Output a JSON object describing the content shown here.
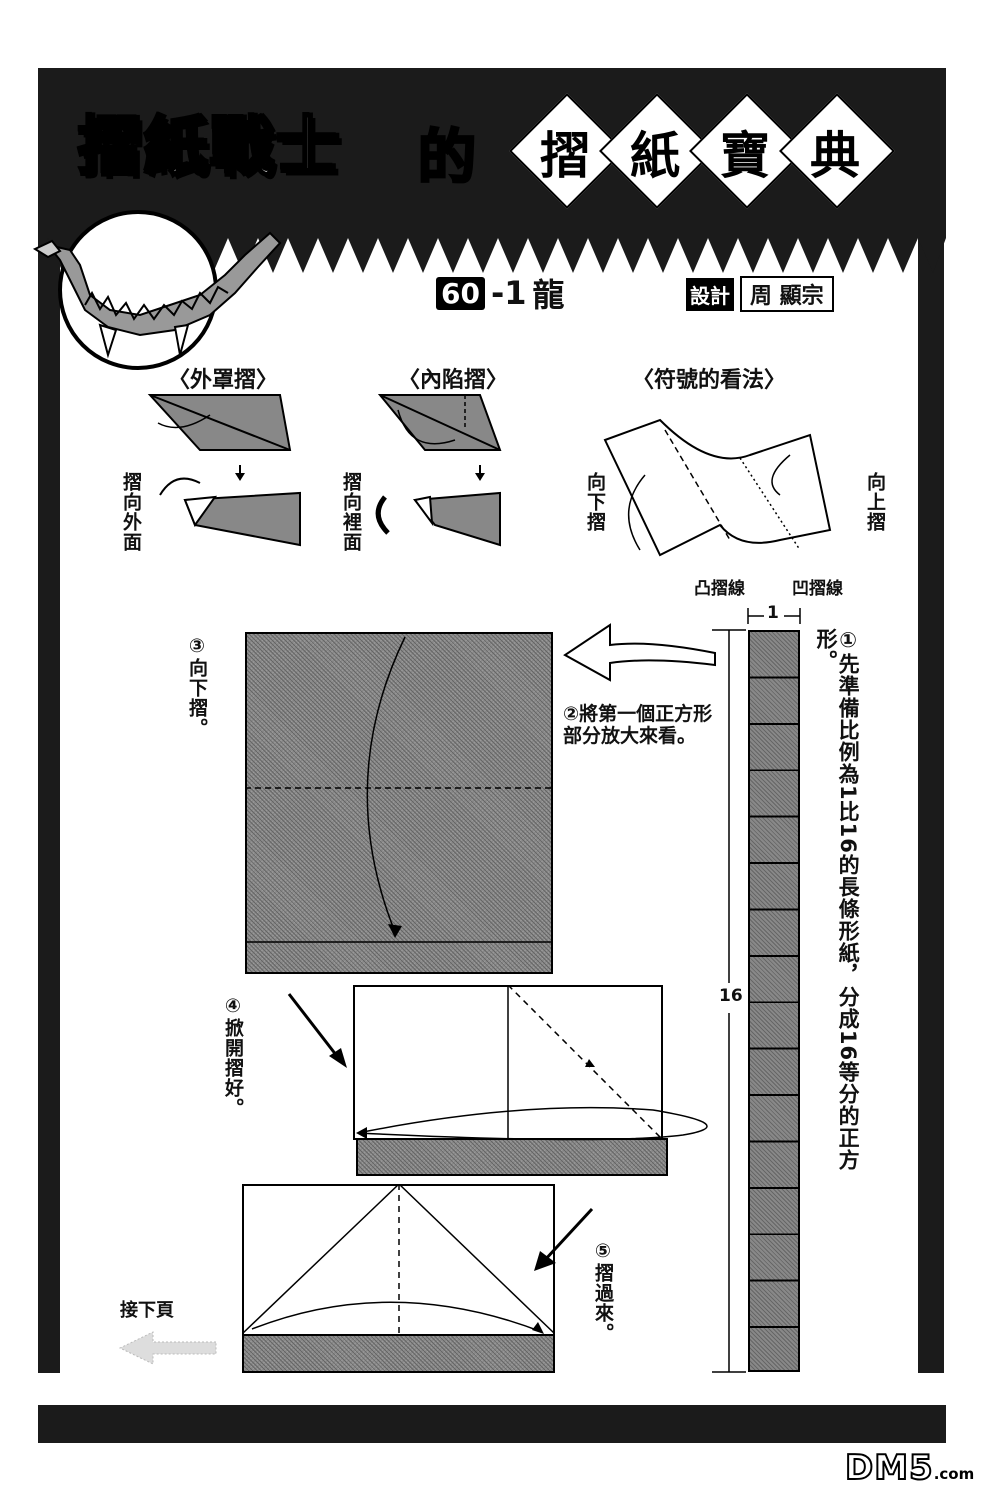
{
  "header": {
    "series_title": "摺紙戰士",
    "de": "的",
    "book_title_chars": [
      "摺",
      "紙",
      "寶",
      "典"
    ]
  },
  "heading": {
    "number": "60",
    "suffix": "-1",
    "subject": "龍",
    "design_tag": "設計",
    "designer": "周 顯宗"
  },
  "legend": {
    "outside_reverse": {
      "title": "〈外罩摺〉",
      "caption": "摺向外面"
    },
    "inside_reverse": {
      "title": "〈內陷摺〉",
      "caption": "摺向裡面"
    },
    "symbols": {
      "title": "〈符號的看法〉",
      "fold_down": "向下摺",
      "fold_up": "向上摺",
      "valley_line": "凸摺線",
      "mountain_line": "凹摺線"
    }
  },
  "steps": {
    "step1": {
      "marker": "①",
      "text": "先準備比例為1比16的長條形紙，分成16等分的正方形。"
    },
    "step2": {
      "marker": "②",
      "text": "將第一個正方形部分放大來看。"
    },
    "step3": {
      "marker": "③",
      "text": "向下摺。"
    },
    "step4": {
      "marker": "④",
      "text": "掀開摺好。"
    },
    "step5": {
      "marker": "⑤",
      "text": "摺過來。"
    }
  },
  "strip": {
    "width_label": "1",
    "length_label": "16",
    "segments": 16
  },
  "footer": {
    "continue_label": "接下頁",
    "watermark": "DM5",
    "watermark_domain": ".com"
  }
}
